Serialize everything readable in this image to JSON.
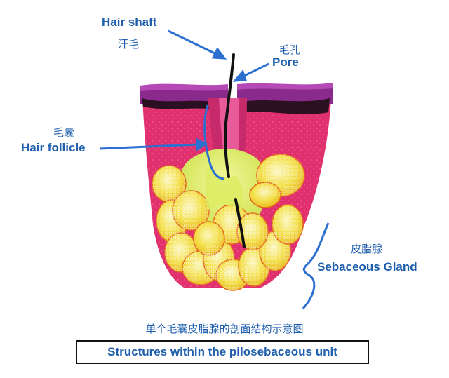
{
  "labels": {
    "hair_shaft_en": "Hair shaft",
    "hair_shaft_cn": "汗毛",
    "pore_cn": "毛孔",
    "pore_en": "Pore",
    "hair_follicle_cn": "毛囊",
    "hair_follicle_en": "Hair follicle",
    "sebaceous_gland_cn": "皮脂腺",
    "sebaceous_gland_en": "Sebaceous Gland"
  },
  "caption": {
    "cn": "单个毛囊皮脂腺的剖面结构示意图",
    "en": "Structures within the pilosebaceous unit"
  },
  "colors": {
    "label_blue": "#1f5fae",
    "epidermis_purple": "#8a2a8c",
    "dermis_pink": "#e0306e",
    "gland_yellow": "#f4e04a",
    "gland_center_green": "#d8ea60",
    "hair_black": "#111111"
  }
}
